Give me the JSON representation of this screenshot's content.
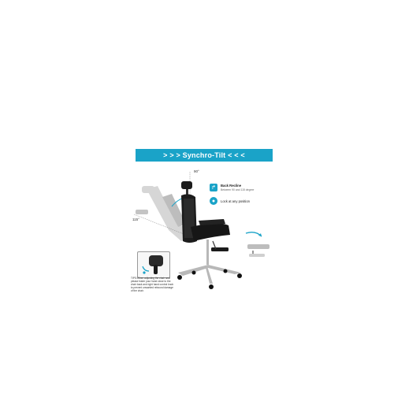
{
  "banner": {
    "title": "> > > Synchro-Tilt < < <"
  },
  "features": [
    {
      "icon": "recline-icon",
      "title": "Back Recline",
      "subtitle": "Between 90 and 115 degree"
    },
    {
      "icon": "lock-icon",
      "title": "Lock at any position"
    }
  ],
  "angles": {
    "upright": "90°",
    "recline": "115°"
  },
  "tips": "TIPS:When adjusting the chair seat please foster your hand close to the chair back and right hand control knob to prevent unwanted rebound damage of the chair.",
  "colors": {
    "accent": "#1aa3c8",
    "chair": "#1c1c1c",
    "ghost": "#cfcfcf",
    "chrome": "#b8b8b8"
  }
}
